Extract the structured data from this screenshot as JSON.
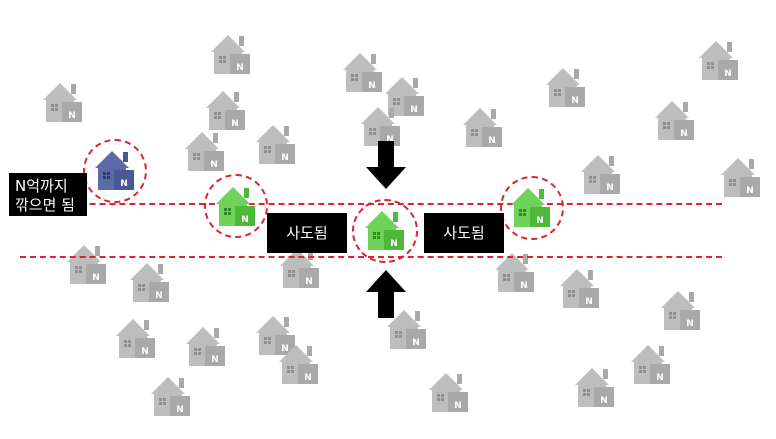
{
  "labels": {
    "condition_line1": "N억까지",
    "condition_line2": "깎으면 됨",
    "deal_left": "사도됨",
    "deal_right": "사도됨"
  },
  "icons": {
    "house": "house-icon",
    "arrow_down": "arrow-down-icon",
    "arrow_up": "arrow-up-icon"
  },
  "house_badge": "N",
  "colors": {
    "gray_house": "#bdbdbd",
    "gray_house_dark": "#a9a9a9",
    "blue_house": "#5d6aa8",
    "blue_house_dark": "#4b5794",
    "green_house": "#6fd35a",
    "green_house_dark": "#4fb83c",
    "dashed_red": "#d9262c",
    "label_bg": "#000000",
    "label_text": "#ffffff"
  }
}
